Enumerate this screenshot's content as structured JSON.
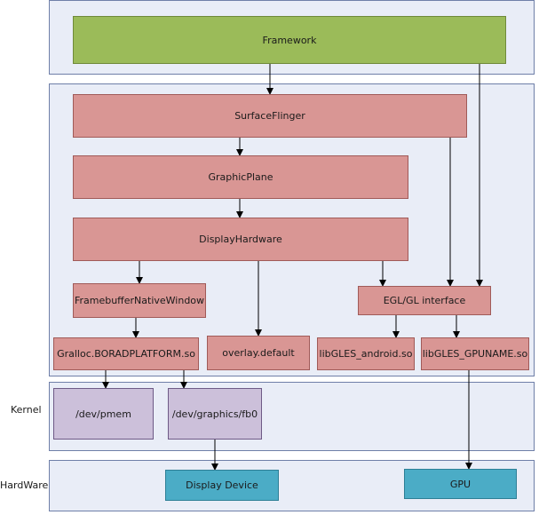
{
  "layers": {
    "kernel_label": "Kernel",
    "hardware_label": "HardWare"
  },
  "nodes": {
    "framework": "Framework",
    "surfaceflinger": "SurfaceFlinger",
    "graphicplane": "GraphicPlane",
    "displayhardware": "DisplayHardware",
    "framebuffernativewindow": "FramebufferNativeWindow",
    "egl_gl_interface": "EGL/GL interface",
    "gralloc": "Gralloc.BORADPLATFORM.so",
    "overlay": "overlay.default",
    "libgles_android": "libGLES_android.so",
    "libgles_gpuname": "libGLES_GPUNAME.so",
    "dev_pmem": "/dev/pmem",
    "dev_graphics_fb0": "/dev/graphics/fb0",
    "display_device": "Display Device",
    "gpu": "GPU"
  },
  "colors": {
    "framework": "#9bbb59",
    "android_layer": "#d99694",
    "kernel": "#ccc0da",
    "hardware": "#4bacc6",
    "layer_bg": "#e9edf7"
  }
}
